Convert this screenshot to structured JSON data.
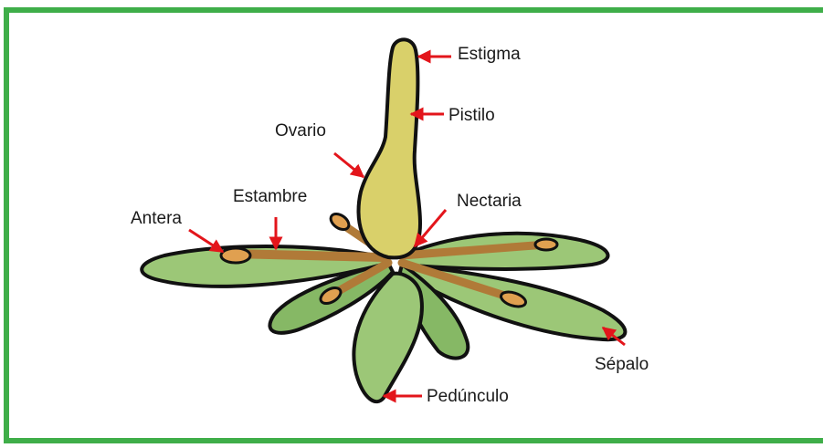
{
  "labels": {
    "estigma": "Estigma",
    "pistilo": "Pistilo",
    "ovario": "Ovario",
    "estambre": "Estambre",
    "nectaria": "Nectaria",
    "antera": "Antera",
    "sepalo": "Sépalo",
    "pedunculo": "Pedúnculo"
  },
  "colors": {
    "frame": "#3fae49",
    "arrow": "#e3151b",
    "leaf": "#9cc777",
    "leaf_dark": "#6f9e52",
    "pistil": "#d9d06a",
    "stamen": "#e0a050",
    "outline": "#111111"
  }
}
